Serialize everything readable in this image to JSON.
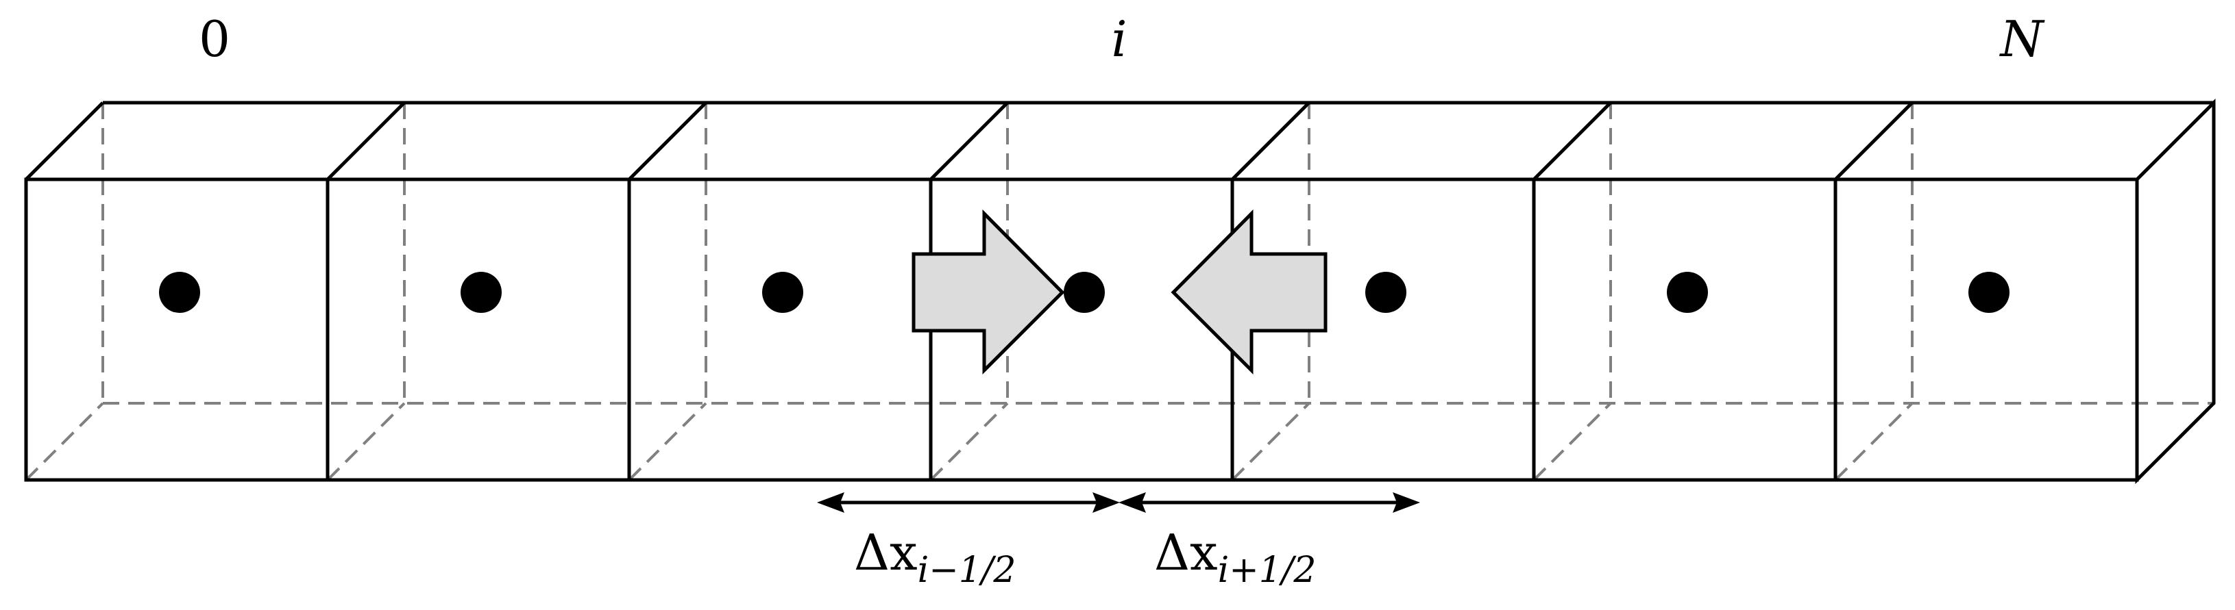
{
  "labels": {
    "first": "0",
    "middle": "i",
    "last": "N"
  },
  "spacing": {
    "left": {
      "symbol": "Δx",
      "subscript": "i−1/2"
    },
    "right": {
      "symbol": "Δx",
      "subscript": "i+1/2"
    }
  },
  "cell_count": 7,
  "colors": {
    "stroke": "#000000",
    "hidden_edge": "#808080",
    "flux_arrow_fill": "#dcdcdc",
    "node": "#000000"
  }
}
